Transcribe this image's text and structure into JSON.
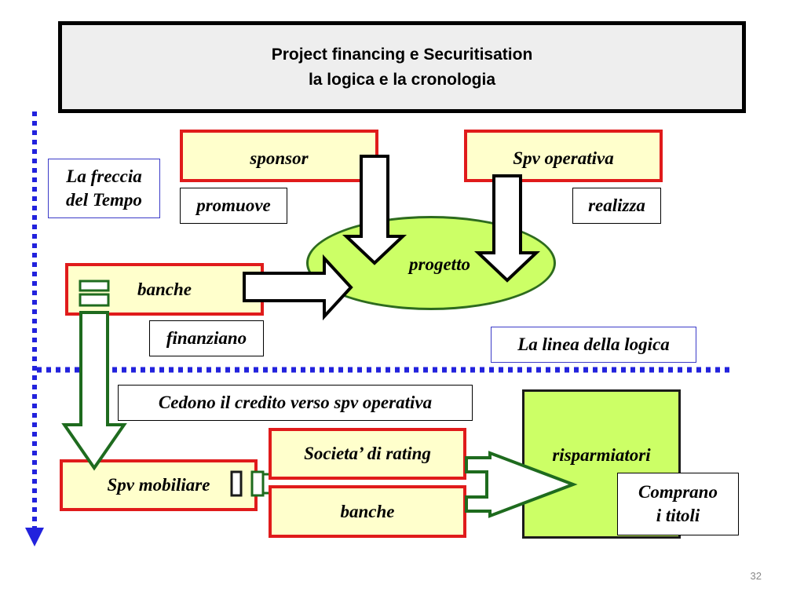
{
  "title": {
    "line1": "Project financing e Securitisation",
    "line2": "la logica e la cronologia"
  },
  "nodes": {
    "sponsor": "sponsor",
    "spv_operativa": "Spv operativa",
    "progetto": "progetto",
    "banche_top": "banche",
    "spv_mobiliare": "Spv mobiliare",
    "societa_rating": "Societa’ di rating",
    "banche_bottom": "banche",
    "risparmiatori": "risparmiatori"
  },
  "labels": {
    "freccia_tempo_1": "La freccia",
    "freccia_tempo_2": "del Tempo",
    "promuove": "promuove",
    "realizza": "realizza",
    "finanziano": "finanziano",
    "linea_logica": "La linea della logica",
    "cedono": "Cedono il credito verso spv operativa",
    "comprano_1": "Comprano",
    "comprano_2": "i titoli"
  },
  "page_number": "32",
  "colors": {
    "time_arrow": "#2222dd",
    "node_border": "#e01b1b",
    "node_fill": "#ffffcc",
    "green_fill": "#ccff66",
    "green_arrow": "#1e6b1e"
  }
}
